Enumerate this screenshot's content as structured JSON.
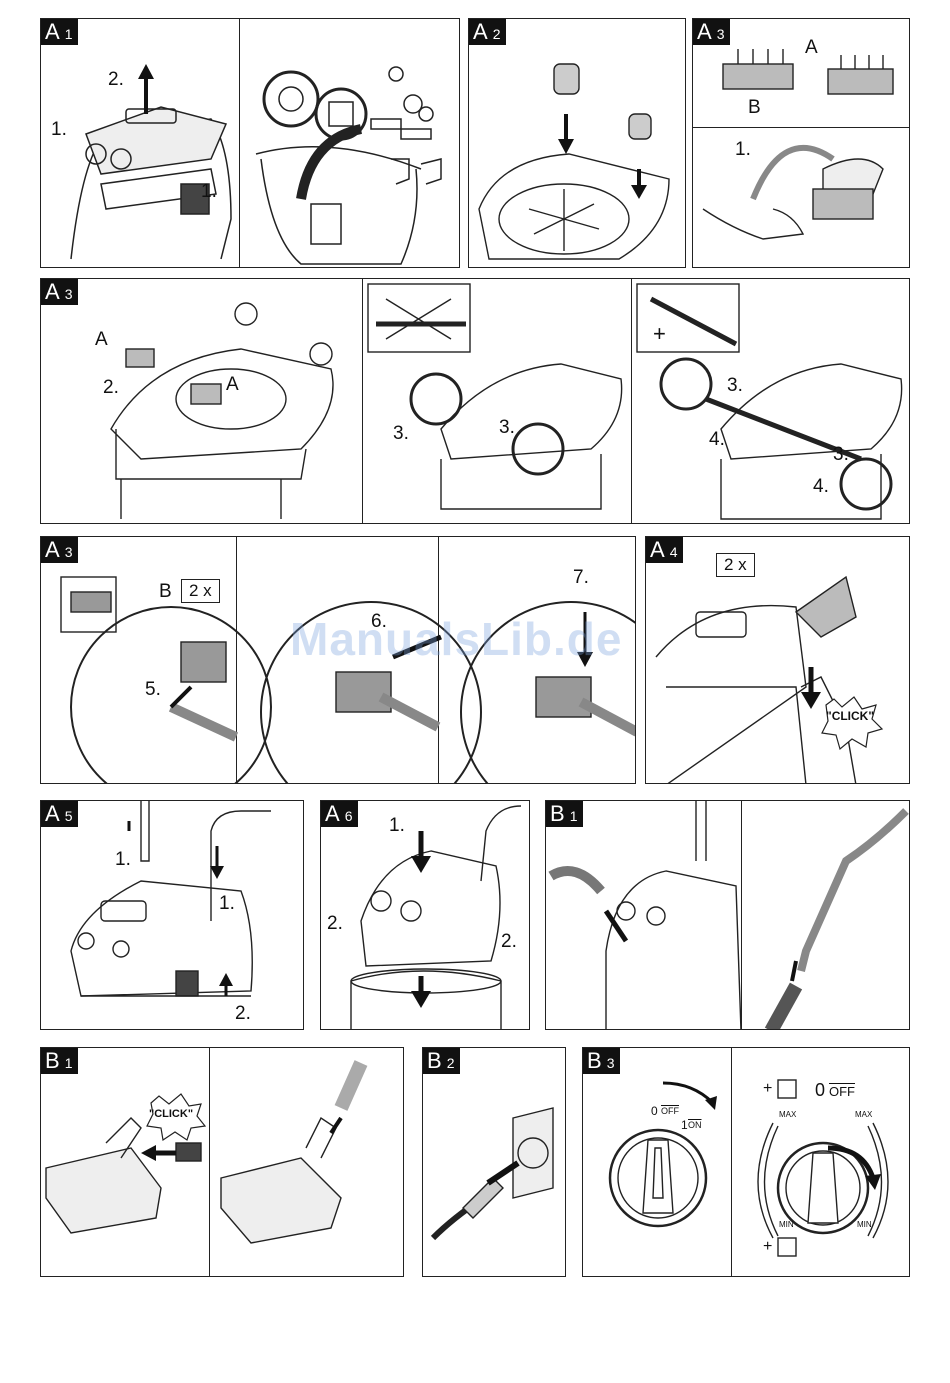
{
  "watermark": "ManualsLib.de",
  "panels": {
    "a1": {
      "letter": "A",
      "num": "1",
      "steps": [
        "2.",
        "1.",
        "1."
      ]
    },
    "a2": {
      "letter": "A",
      "num": "2"
    },
    "a3_top": {
      "letter": "A",
      "num": "3",
      "label_a": "A",
      "label_b": "B",
      "step": "1."
    },
    "a3_mid": {
      "letter": "A",
      "num": "3",
      "label_a1": "A",
      "label_a2": "A",
      "step2": "2.",
      "step3a": "3.",
      "step3b": "3.",
      "step3c": "3.",
      "step3d": "3.",
      "step4a": "4.",
      "step4b": "4.",
      "plus": "+"
    },
    "a3_low": {
      "letter": "A",
      "num": "3",
      "label_b": "B",
      "count": "2 x",
      "step5": "5.",
      "step6": "6.",
      "step7": "7."
    },
    "a4": {
      "letter": "A",
      "num": "4",
      "count": "2 x",
      "click": "\"CLICK\""
    },
    "a5": {
      "letter": "A",
      "num": "5",
      "step1a": "1.",
      "step1b": "1.",
      "step2": "2."
    },
    "a6": {
      "letter": "A",
      "num": "6",
      "step1": "1.",
      "step2a": "2.",
      "step2b": "2."
    },
    "b1_top": {
      "letter": "B",
      "num": "1"
    },
    "b1_low": {
      "letter": "B",
      "num": "1",
      "click": "\"CLICK\""
    },
    "b2": {
      "letter": "B",
      "num": "2"
    },
    "b3": {
      "letter": "B",
      "num": "3",
      "off1": "0",
      "off1_txt": "OFF",
      "on1": "1",
      "on1_txt": "ON",
      "off2": "0",
      "off2_txt": "OFF",
      "max1": "MAX",
      "min1": "MIN",
      "max2": "MAX",
      "min2": "MIN",
      "plus1": "+",
      "plus2": "+"
    }
  }
}
